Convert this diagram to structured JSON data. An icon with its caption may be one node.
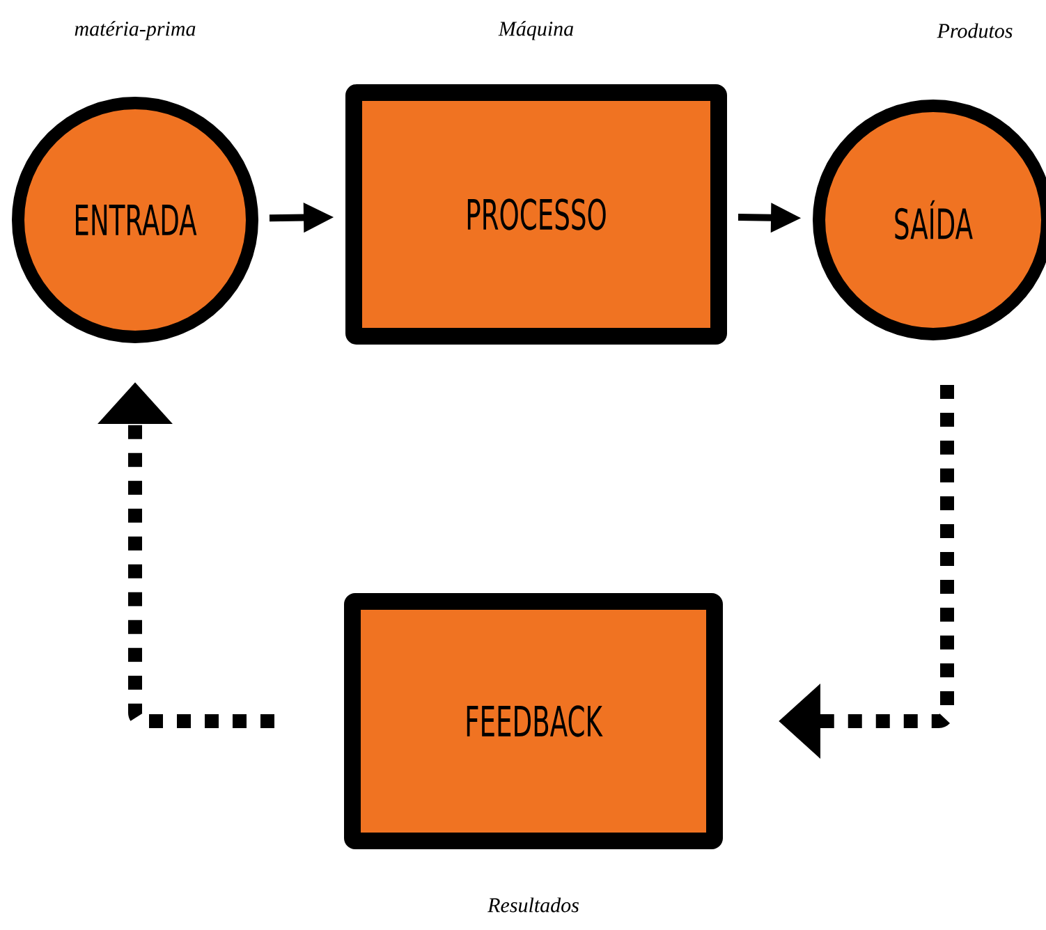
{
  "diagram": {
    "nodes": [
      {
        "text": [
          "ENTRADA"
        ],
        "beside": [
          "matéria-prima"
        ]
      },
      {
        "text": [
          "PROCESSO"
        ],
        "beside": [
          "Máquina"
        ]
      },
      {
        "text": [
          "SAÍDA"
        ],
        "beside": [
          "Produtos"
        ]
      },
      {
        "text": [
          "FEEDBACK"
        ],
        "beside": [
          "Resultados"
        ]
      }
    ],
    "edges": [
      {
        "from": 0,
        "to": 1,
        "arrow": "to"
      },
      {
        "from": 1,
        "to": 2,
        "arrow": "to"
      },
      {
        "from": 2,
        "to": 3,
        "arrow": "to",
        "style": "dashed"
      },
      {
        "from": 3,
        "to": 0,
        "arrow": "to",
        "style": "dashed"
      }
    ]
  }
}
